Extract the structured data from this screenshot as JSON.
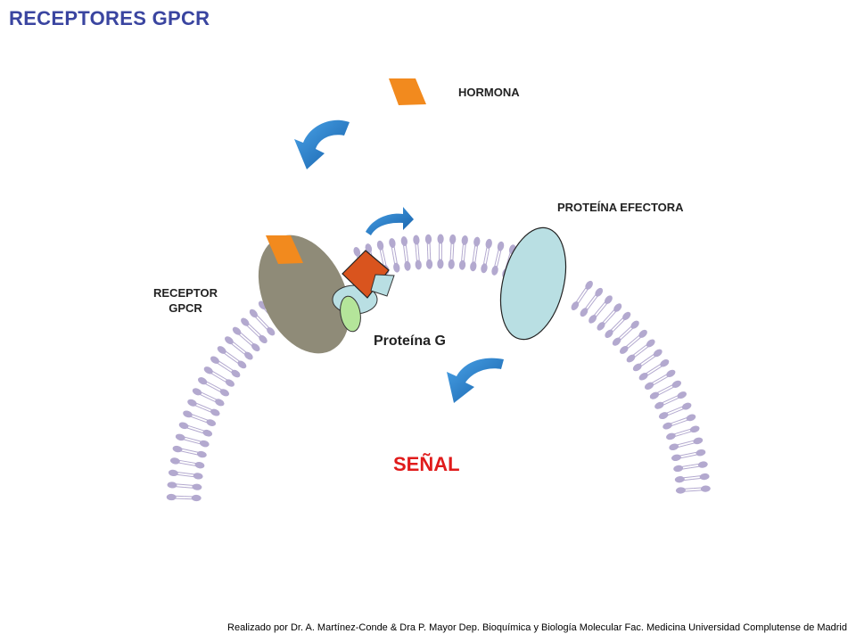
{
  "title": "RECEPTORES GPCR",
  "labels": {
    "hormona": "HORMONA",
    "proteina_efectora": "PROTEÍNA EFECTORA",
    "receptor_line1": "RECEPTOR",
    "receptor_line2": "GPCR",
    "proteina_g": "Proteína G",
    "senal": "SEÑAL"
  },
  "footer": "Realizado por Dr. A. Martínez-Conde & Dra P. Mayor Dep. Bioquímica y Biología Molecular Fac. Medicina Universidad Complutense de Madrid",
  "colors": {
    "title": "#3a45a0",
    "senal": "#e01b1b",
    "hormone": "#f28a1e",
    "receptor": "#8f8b78",
    "effector": "#b9dfe3",
    "g_alpha": "#d9541e",
    "g_beta": "#b9dfe3",
    "g_gamma": "#b4e59a",
    "arrow": "#1f74c4",
    "membrane": "#b3a9cf"
  }
}
